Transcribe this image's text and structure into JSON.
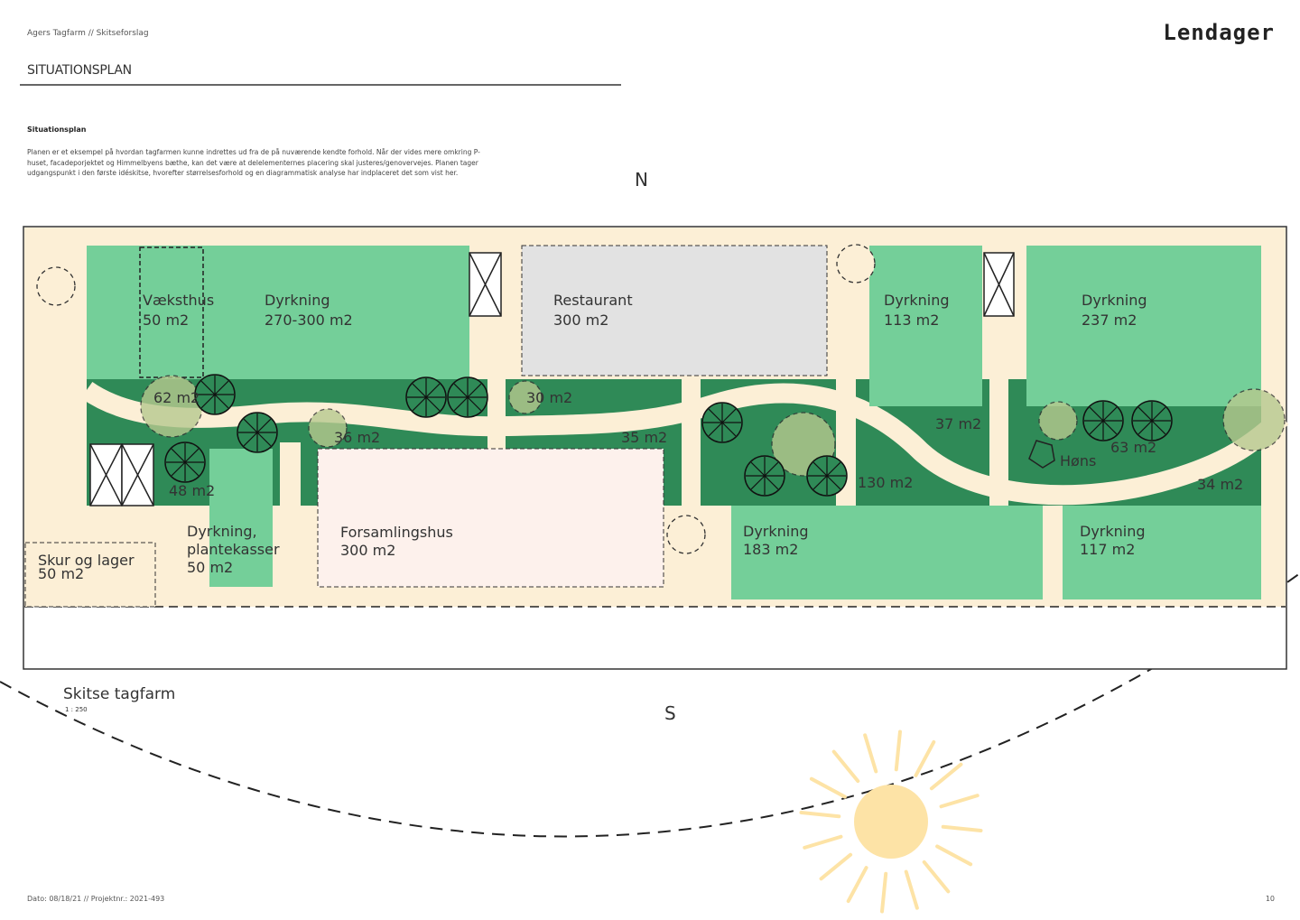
{
  "header": {
    "project": "Agers Tagfarm //  Skitseforslag",
    "title": "SITUATIONSPLAN",
    "logo": "Lendager"
  },
  "section": {
    "heading": "Situationsplan",
    "body": "Planen er et eksempel på hvordan tagfarmen kunne indrettes ud fra de på nuværende kendte forhold. Når der vides mere omkring P-huset, facadeporjektet og Himmelbyens bæthe, kan det være at delelementernes placering skal justeres/genovervejes. Planen tager udgangspunkt i den første idéskitse, hvorefter størrelsesforhold og en diagrammatisk analyse har indplaceret det som vist her."
  },
  "compass": {
    "north": "N",
    "south": "S"
  },
  "plan": {
    "caption": "Skitse tagfarm",
    "scale": "1 : 250",
    "areas": {
      "greenhouse": {
        "name": "Væksthus",
        "size": "50 m2"
      },
      "dyrkning_main": {
        "name": "Dyrkning",
        "size": "270-300 m2"
      },
      "restaurant": {
        "name": "Restaurant",
        "size": "300 m2"
      },
      "dyrkning_113": {
        "name": "Dyrkning",
        "size": "113 m2"
      },
      "dyrkning_237": {
        "name": "Dyrkning",
        "size": "237 m2"
      },
      "a62": "62 m2",
      "a30": "30 m2",
      "a36": "36 m2",
      "a35": "35 m2",
      "a37": "37 m2",
      "a63": "63 m2",
      "a48": "48 m2",
      "a130": "130 m2",
      "a34": "34 m2",
      "hens": "Høns",
      "planters": {
        "name": "Dyrkning,",
        "name2": "plantekasser",
        "size": "50 m2"
      },
      "assembly": {
        "name": "Forsamlingshus",
        "size": "300 m2"
      },
      "shed": {
        "name": "Skur og lager",
        "size": "50 m2"
      },
      "dyrkning_183": {
        "name": "Dyrkning",
        "size": "183 m2"
      },
      "dyrkning_117": {
        "name": "Dyrkning",
        "size": "117 m2"
      }
    }
  },
  "footer": {
    "meta": "Dato: 08/18/21 // Projektnr.: 2021-493",
    "page": "10"
  },
  "colors": {
    "light_green": "#74cf99",
    "dark_green": "#2f8a57",
    "cream": "#fcefd6",
    "grey": "#e2e2e2",
    "sun": "#fde3a6"
  }
}
